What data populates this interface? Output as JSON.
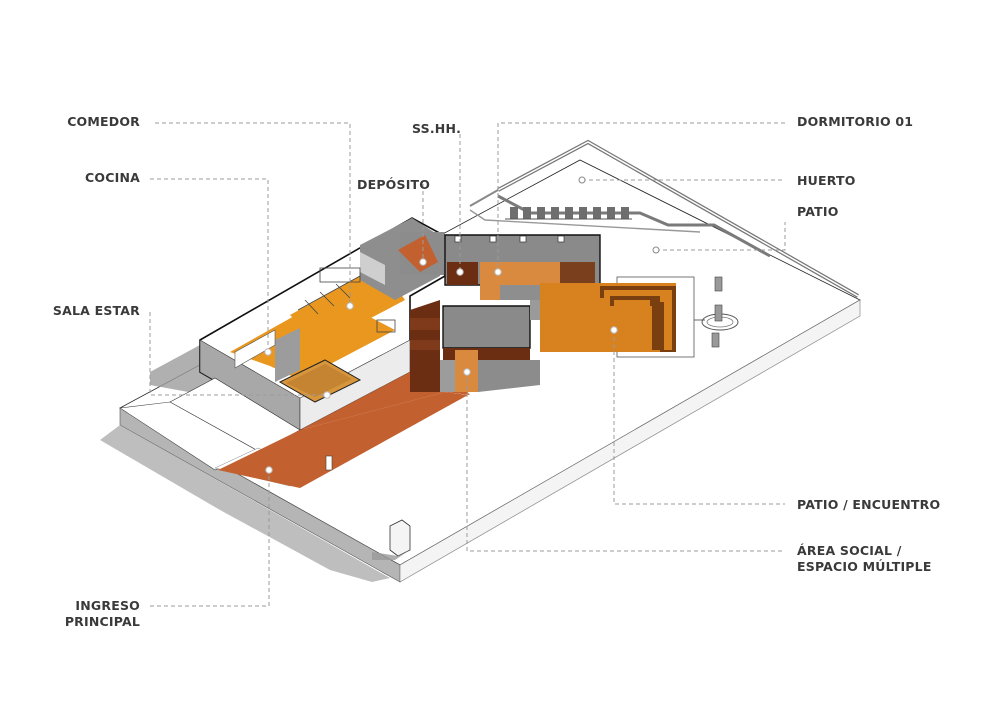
{
  "diagram": {
    "type": "isometric architectural axonometric with space labels",
    "colors": {
      "background": "#ffffff",
      "wall_gray": "#8c8c8c",
      "wall_dark": "#6e6e6e",
      "shadow": "#9a9a9a",
      "floor_orange": "#e9971f",
      "floor_light_orange": "#d98a3e",
      "floor_terracotta": "#c3602f",
      "floor_dark_brown": "#6b2e12",
      "floor_patio": "#d7811f",
      "step_dark": "#7a3f0e",
      "label_text": "#3a3a3a",
      "leader_line": "#9b9b9b"
    },
    "labels": {
      "comedor": "COMEDOR",
      "cocina": "COCINA",
      "sala_estar": "SALA ESTAR",
      "ingreso_principal": "INGRESO\nPRINCIPAL",
      "sshh": "SS.HH.",
      "deposito": "DEPÓSITO",
      "dormitorio_01": "DORMITORIO 01",
      "huerto": "HUERTO",
      "patio": "PATIO",
      "patio_encuentro": "PATIO / ENCUENTRO",
      "area_social": "ÁREA SOCIAL /\nESPACIO MÚLTIPLE"
    }
  }
}
